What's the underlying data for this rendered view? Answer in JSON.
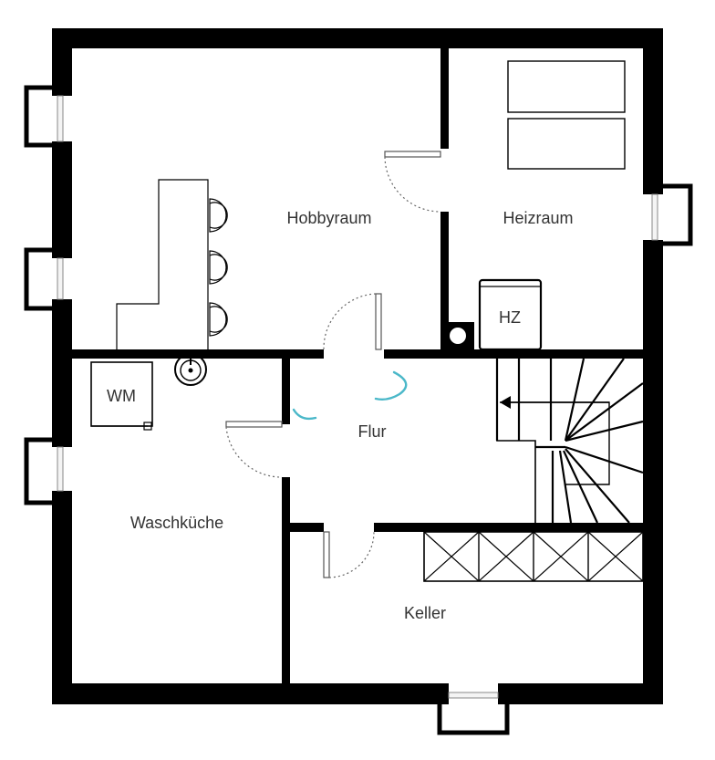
{
  "plan": {
    "rooms": [
      {
        "id": "hobbyraum",
        "label": "Hobbyraum"
      },
      {
        "id": "heizraum",
        "label": "Heizraum"
      },
      {
        "id": "flur",
        "label": "Flur"
      },
      {
        "id": "waschkueche",
        "label": "Waschküche"
      },
      {
        "id": "keller",
        "label": "Keller"
      }
    ],
    "fixtures": {
      "heating": "HZ",
      "washing_machine": "WM"
    }
  },
  "colors": {
    "walls": "#000000",
    "accent": "#4bb8c9",
    "labels": "#333333"
  }
}
